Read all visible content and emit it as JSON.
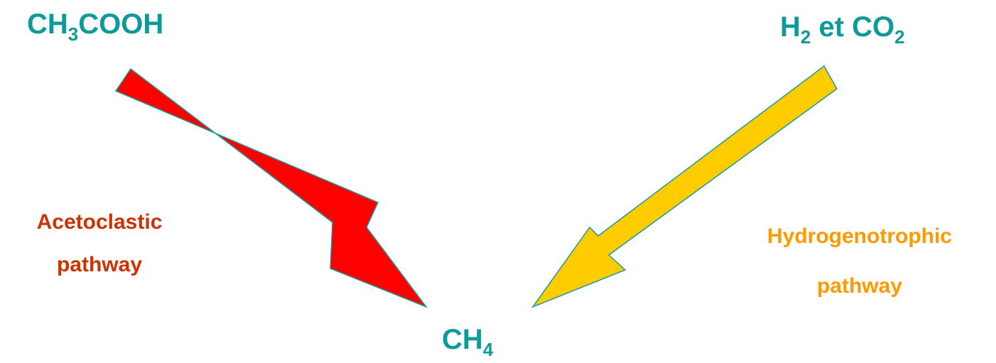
{
  "substrates": {
    "acetate": {
      "main": "CH",
      "sub": "3",
      "rest": "COOH"
    },
    "hydrogen_co2": {
      "part1": "H",
      "sub1": "2",
      "middle": " et CO",
      "sub2": "2"
    }
  },
  "product": {
    "main": "CH",
    "sub": "4"
  },
  "pathways": {
    "acetoclastic": {
      "line1": "Acetoclastic",
      "line2": "pathway",
      "color": "#cc3300"
    },
    "hydrogenotrophic": {
      "line1": "Hydrogenotrophic",
      "line2": "pathway",
      "color": "#ff9900"
    }
  },
  "colors": {
    "formula": "#0f9a9a",
    "acetoclastic_arrow": "#ff0000",
    "hydrogenotrophic_arrow": "#ffcc00",
    "arrow_outline": "#1a9a9a"
  }
}
